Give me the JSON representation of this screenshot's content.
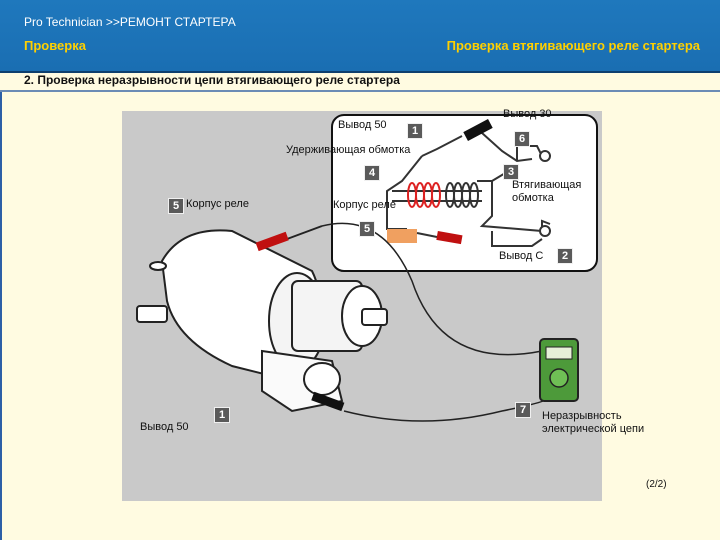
{
  "header": {
    "breadcrumb": "Pro  Technician >>РЕМОНТ СТАРТЕРА",
    "section": "Проверка",
    "subtitle": "Проверка втягивающего реле стартера"
  },
  "step_title": "2. Проверка неразрывности цепи втягивающего реле стартера",
  "figure": {
    "labels": {
      "terminal_50_top": "Вывод 50",
      "terminal_30": "Вывод 30",
      "hold_coil": "Удерживающая обмотка",
      "pull_coil": "Втягивающая обмотка",
      "relay_body_inset": "Корпус реле",
      "relay_body_left": "Корпус реле",
      "terminal_c": "Вывод С",
      "terminal_50_bottom": "Вывод 50",
      "continuity": "Неразрывность электрической цепи"
    },
    "badges": {
      "b1_top": "1",
      "b6": "6",
      "b4": "4",
      "b3": "3",
      "b5_inset": "5",
      "b2": "2",
      "b5_left": "5",
      "b1_bottom": "1",
      "b7": "7"
    }
  },
  "page_number": "(2/2)",
  "colors": {
    "header_bg": "#1a6eb2",
    "header_accent": "#ffd000",
    "page_bg": "#fffbe1",
    "figure_bg": "#c9c9c9"
  }
}
